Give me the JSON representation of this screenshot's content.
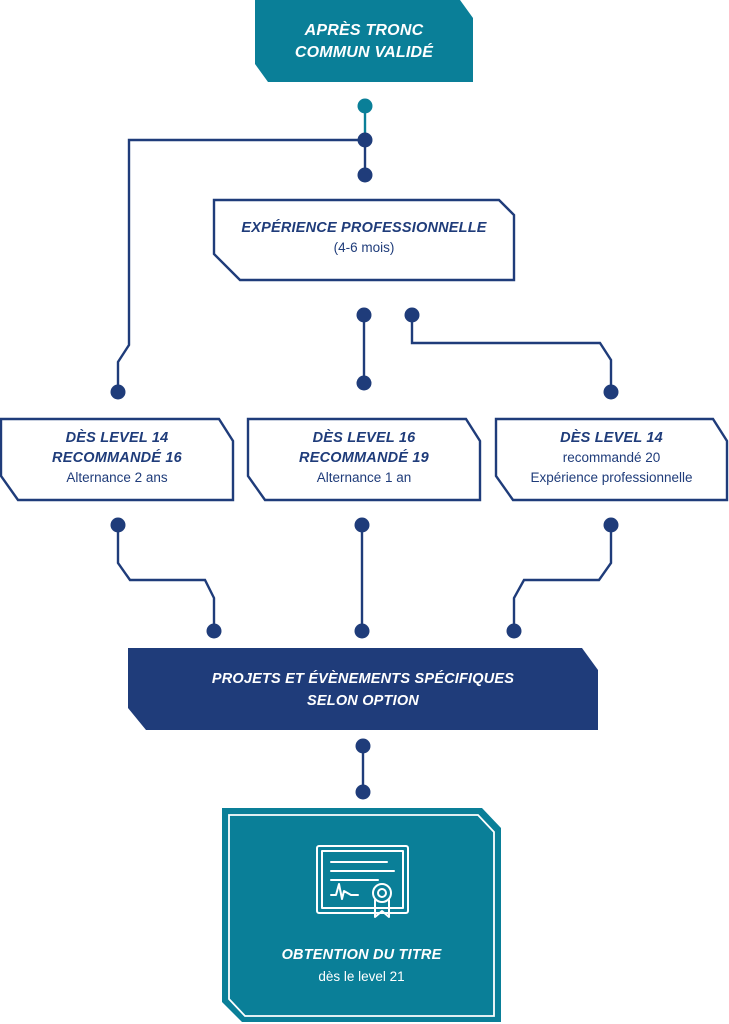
{
  "colors": {
    "teal": "#0a7f98",
    "navy": "#1f3c7a",
    "white": "#ffffff"
  },
  "start": {
    "line1": "APRÈS TRONC",
    "line2": "COMMUN VALIDÉ"
  },
  "experience": {
    "title": "EXPÉRIENCE PROFESSIONNELLE",
    "subtitle": "(4-6 mois)"
  },
  "options": [
    {
      "line1": "DÈS LEVEL 14",
      "line2": "RECOMMANDÉ 16",
      "line3": "Alternance 2 ans"
    },
    {
      "line1": "DÈS LEVEL 16",
      "line2": "RECOMMANDÉ 19",
      "line3": "Alternance 1 an"
    },
    {
      "line1": "DÈS LEVEL 14",
      "line2": "recommandé 20",
      "line3": "Expérience professionnelle"
    }
  ],
  "projects": {
    "line1": "PROJETS ET ÉVÈNEMENTS SPÉCIFIQUES",
    "line2": "SELON OPTION"
  },
  "final": {
    "title": "OBTENTION DU TITRE",
    "subtitle": "dès le level 21",
    "icon": "certificate-icon"
  }
}
